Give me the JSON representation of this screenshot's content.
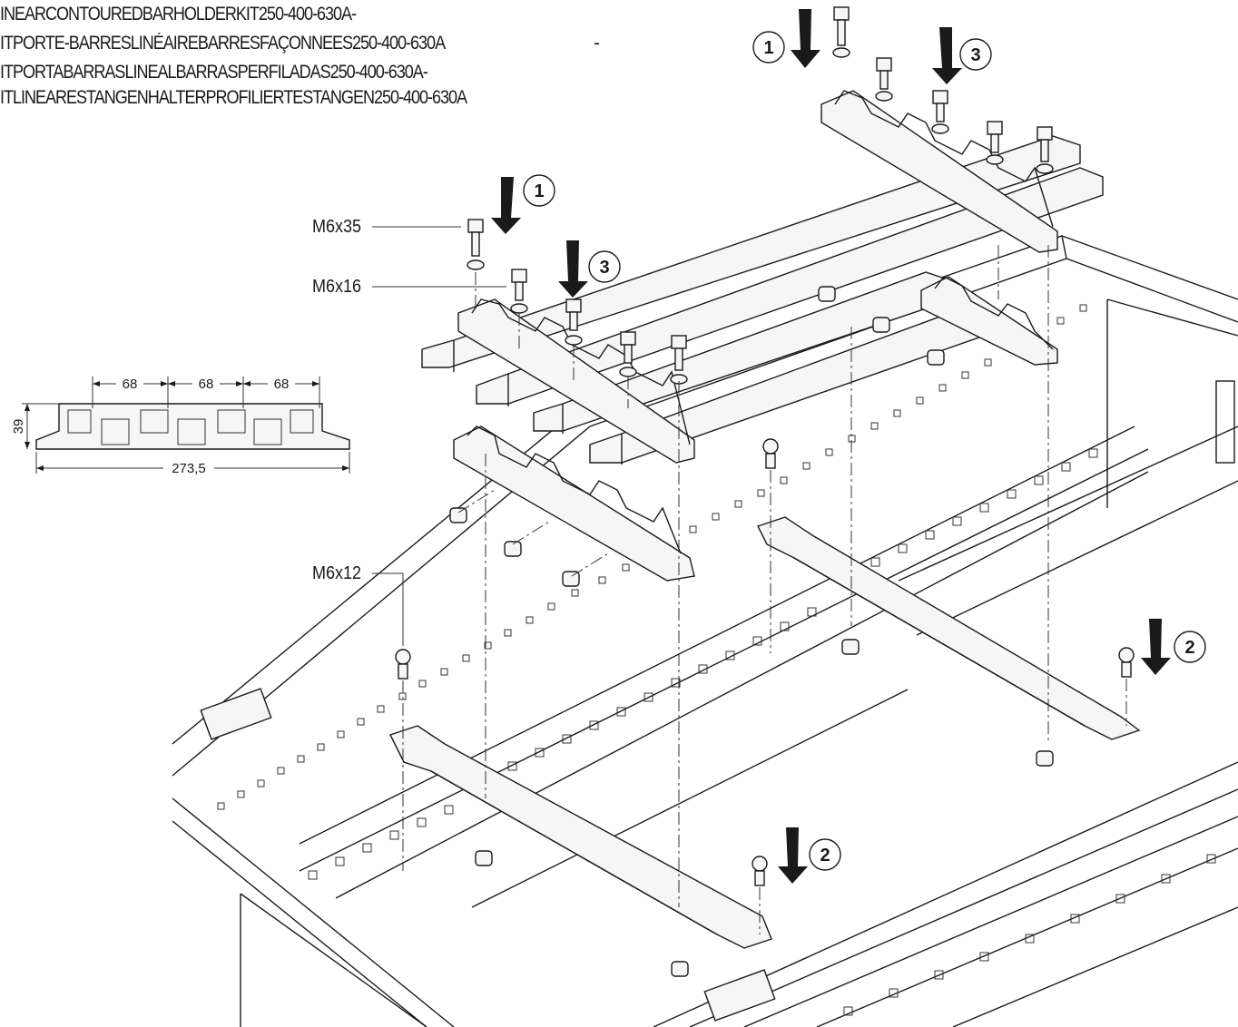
{
  "title_lines": [
    "INEARCONTOUREDBARHOLDERKIT250-400-630A-",
    "ITPORTE-BARRESLINÉAIREBARRESFAÇONNEES250-400-630A",
    "ITPORTABARRASLINEALBARRASPERFILADAS250-400-630A-",
    "ITLINEARESTANGENHALTERPROFILIERTESTANGEN250-400-630A"
  ],
  "title_dash": "-",
  "labels": {
    "screw_35": "M6x35",
    "screw_16": "M6x16",
    "screw_12": "M6x12"
  },
  "dimensions": {
    "pitch_1": "68",
    "pitch_2": "68",
    "pitch_3": "68",
    "height": "39",
    "total_width": "273,5"
  },
  "steps": {
    "step1_top": "1",
    "step1_mid": "1",
    "step3_top": "3",
    "step3_mid": "3",
    "step2_right": "2",
    "step2_bottom": "2"
  }
}
